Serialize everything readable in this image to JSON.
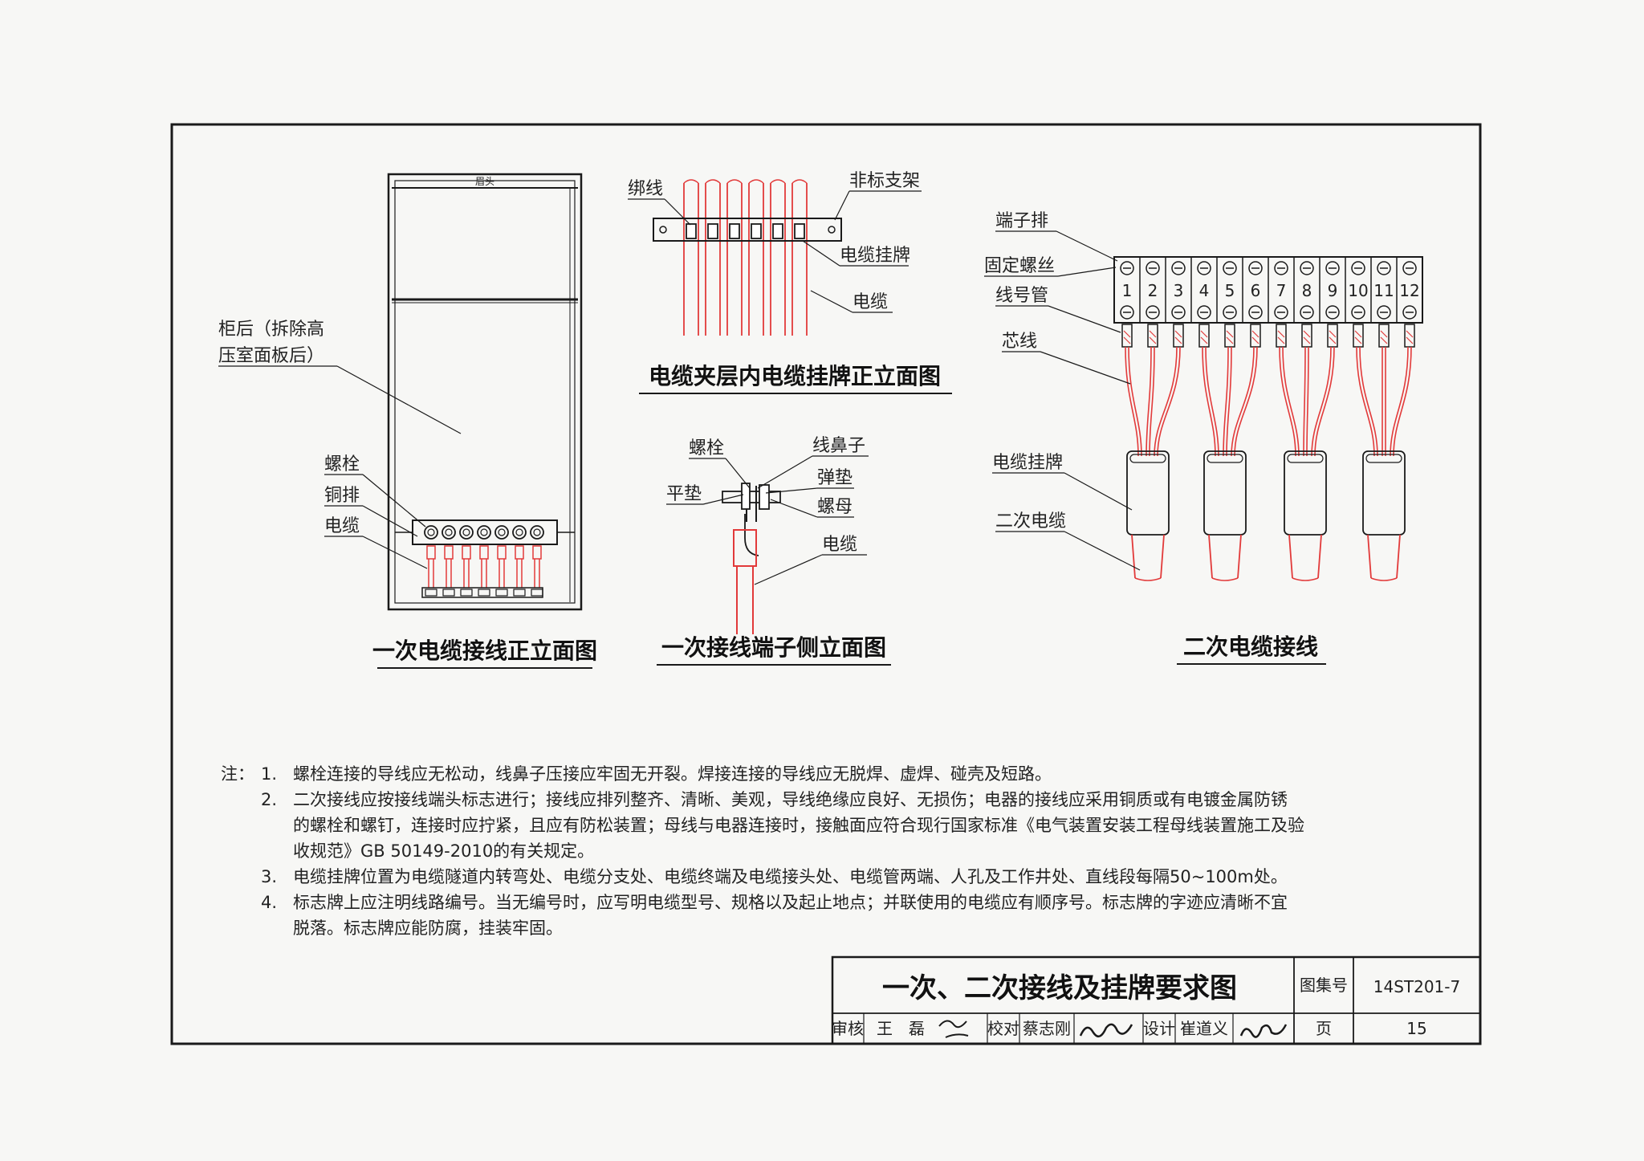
{
  "diagrams": {
    "primary_front": {
      "title": "一次电缆接线正立面图",
      "top_label": "眉头",
      "cabinet_back_label_l1": "柜后（拆除高",
      "cabinet_back_label_l2": "压室面板后）",
      "bolt": "螺栓",
      "copper_bar": "铜排",
      "cable": "电缆"
    },
    "tag_front": {
      "title": "电缆夹层内电缆挂牌正立面图",
      "binding_wire": "绑线",
      "nonstandard_bracket": "非标支架",
      "cable_tag": "电缆挂牌",
      "cable": "电缆"
    },
    "terminal_side": {
      "title": "一次接线端子侧立面图",
      "bolt": "螺栓",
      "lug": "线鼻子",
      "flat_washer": "平垫",
      "spring_washer": "弹垫",
      "nut": "螺母",
      "cable": "电缆"
    },
    "secondary": {
      "title": "二次电缆接线",
      "terminal_block": "端子排",
      "fixing_screw": "固定螺丝",
      "wire_marker": "线号管",
      "core_wire": "芯线",
      "cable_tag": "电缆挂牌",
      "secondary_cable": "二次电缆",
      "terminal_numbers": [
        "1",
        "2",
        "3",
        "4",
        "5",
        "6",
        "7",
        "8",
        "9",
        "10",
        "11",
        "12"
      ]
    }
  },
  "notes": {
    "prefix": "注：",
    "items": [
      {
        "num": "1.",
        "lines": [
          "螺栓连接的导线应无松动，线鼻子压接应牢固无开裂。焊接连接的导线应无脱焊、虚焊、碰壳及短路。"
        ]
      },
      {
        "num": "2.",
        "lines": [
          "二次接线应按接线端头标志进行；接线应排列整齐、清晰、美观，导线绝缘应良好、无损伤；电器的接线应采用铜质或有电镀金属防锈",
          "的螺栓和螺钉，连接时应拧紧，且应有防松装置；母线与电器连接时，接触面应符合现行国家标准《电气装置安装工程母线装置施工及验",
          "收规范》GB 50149-2010的有关规定。"
        ]
      },
      {
        "num": "3.",
        "lines": [
          "电缆挂牌位置为电缆隧道内转弯处、电缆分支处、电缆终端及电缆接头处、电缆管两端、人孔及工作井处、直线段每隔50~100m处。"
        ]
      },
      {
        "num": "4.",
        "lines": [
          "标志牌上应注明线路编号。当无编号时，应写明电缆型号、规格以及起止地点；并联使用的电缆应有顺序号。标志牌的字迹应清晰不宜",
          "脱落。标志牌应能防腐，挂装牢固。"
        ]
      }
    ]
  },
  "title_block": {
    "title": "一次、二次接线及挂牌要求图",
    "atlas_label": "图集号",
    "atlas_no": "14ST201-7",
    "review_label": "审核",
    "reviewer": "王　磊",
    "check_label": "校对",
    "checker": "蔡志刚",
    "design_label": "设计",
    "designer": "崔道义",
    "page_label": "页",
    "page_no": "15"
  },
  "colors": {
    "line": "#1a1a1a",
    "cable_red": "#e23a3a",
    "paper": "#f7f7f5"
  }
}
